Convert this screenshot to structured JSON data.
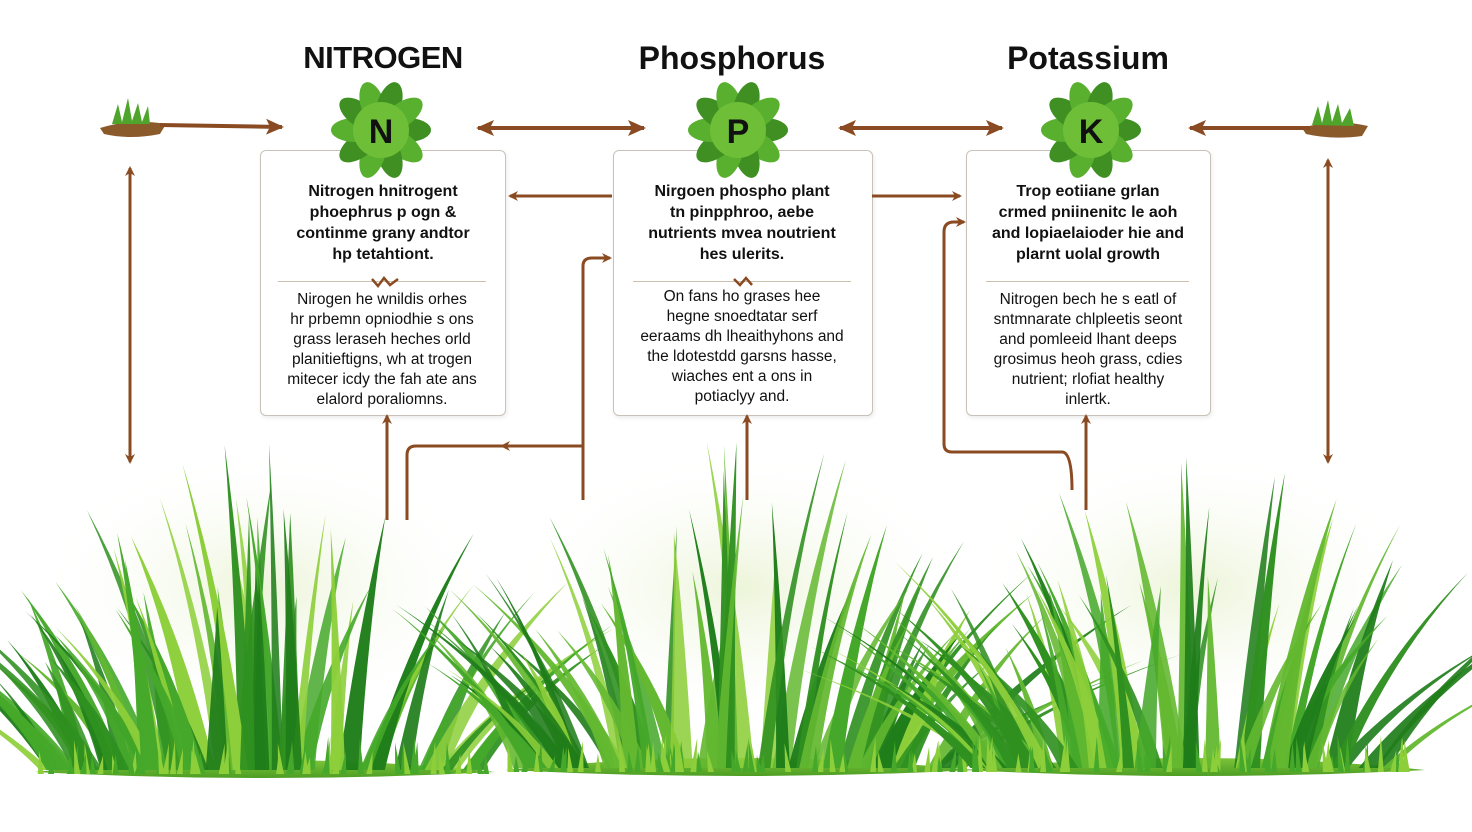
{
  "nutrients": [
    {
      "heading": "NITROGEN",
      "symbol": "N",
      "upper_text": [
        "Nitrogen hnitrogent",
        "phoephrus p ogn &",
        "continme grany andtor",
        "hp tetahtiont."
      ],
      "lower_text": [
        "Nirogen he wnildis orhes",
        "hr prbemn opniodhie s ons",
        "grass leraseh heches orld",
        "planitieftigns, wh at trogen",
        "mitecer icdy the fah ate ans",
        "elalord poraliomns."
      ]
    },
    {
      "heading": "Phosphorus",
      "symbol": "P",
      "upper_text": [
        "Nirgoen phospho plant",
        "tn pinpphroo, aebe",
        "nutrients mvea noutrient",
        "hes ulerits."
      ],
      "lower_text": [
        "On fans ho grases hee",
        "hegne snoedtatar serf",
        "eeraams dh lheaithyhons and",
        "the ldotestdd garsns hasse,",
        "wiaches ent a ons in",
        "potiaclyy and."
      ]
    },
    {
      "heading": "Potassium",
      "symbol": "K",
      "upper_text": [
        "Trop eotiiane grlan",
        "crmed pniinenitc le aoh",
        "and lopiaelaioder hie and",
        "plarnt uolal growth"
      ],
      "lower_text": [
        "Nitrogen bech he s eatl of",
        "sntmnarate chlpleetis seont",
        "and pomleeid lhant deeps",
        "grosimus heoh grass, cdies",
        "nutrient; rlofiat healthy",
        "inlertk."
      ]
    }
  ],
  "colors": {
    "arrow": "#8a4b22",
    "grass_dark": "#1f7d1a",
    "grass_mid": "#45a82a",
    "grass_light": "#8dcf3a",
    "leaf": "#58b02e",
    "leaf_dark": "#3f8f22",
    "soil": "#8b5a2b",
    "box_border": "#c9c2b8"
  },
  "icons": [
    "leaf-badge-icon",
    "grass-tuft-icon",
    "soil-patch-icon",
    "double-headed-arrow-icon"
  ]
}
